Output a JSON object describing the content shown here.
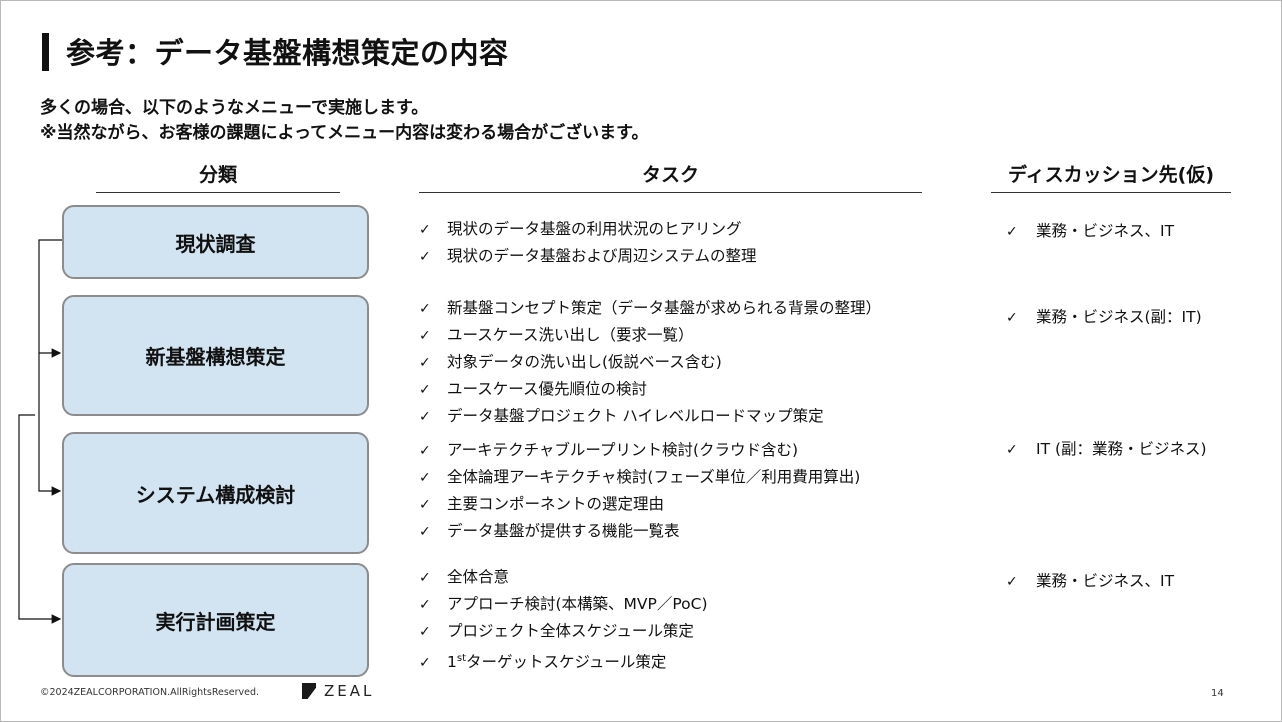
{
  "page": {
    "title": "参考：データ基盤構想策定の内容",
    "intro_line1": "多くの場合、以下のようなメニューで実施します。",
    "intro_line2": "※当然ながら、お客様の課題によってメニュー内容は変わる場合がございます。"
  },
  "headers": {
    "category": "分類",
    "task": "タスク",
    "discussion": "ディスカッション先(仮)"
  },
  "check_mark": "✓",
  "rows": [
    {
      "category": "現状調査",
      "tasks": [
        "現状のデータ基盤の利用状況のヒアリング",
        "現状のデータ基盤および周辺システムの整理"
      ],
      "discussion": "業務・ビジネス、IT"
    },
    {
      "category": "新基盤構想策定",
      "tasks": [
        "新基盤コンセプト策定（データ基盤が求められる背景の整理）",
        "ユースケース洗い出し（要求一覧）",
        "対象データの洗い出し(仮説ベース含む)",
        "ユースケース優先順位の検討",
        "データ基盤プロジェクト ハイレベルロードマップ策定"
      ],
      "discussion": "業務・ビジネス(副：IT)"
    },
    {
      "category": "システム構成検討",
      "tasks": [
        "アーキテクチャブループリント検討(クラウド含む)",
        "全体論理アーキテクチャ検討(フェーズ単位／利用費用算出)",
        "主要コンポーネントの選定理由",
        "データ基盤が提供する機能一覧表"
      ],
      "discussion": "IT (副：業務・ビジネス)"
    },
    {
      "category": "実行計画策定",
      "tasks": [
        "全体合意",
        "アプローチ検討(本構築、MVP／PoC)",
        "プロジェクト全体スケジュール策定"
      ],
      "task_last": {
        "prefix": "1",
        "sup": "st",
        "rest": "ターゲットスケジュール策定"
      },
      "discussion": "業務・ビジネス、IT"
    }
  ],
  "footer": {
    "copyright": "©2024ZEALCORPORATION.AllRightsReserved.",
    "logo_text": "ZEAL",
    "page_number": "14"
  },
  "icons": {
    "connector_arrows": "arrow-right-icon",
    "logo_mark": "zeal-logo-icon"
  }
}
